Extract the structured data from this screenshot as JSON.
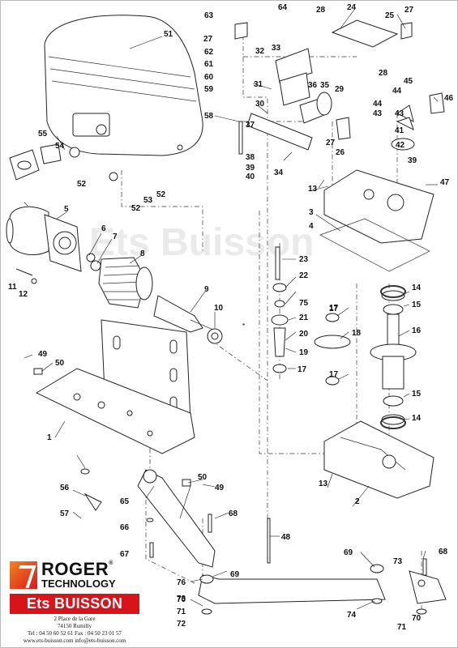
{
  "watermark": "Ets Buisson",
  "part_labels": [
    "1",
    "2",
    "3",
    "4",
    "5",
    "6",
    "7",
    "8",
    "9",
    "10",
    "11",
    "12",
    "13",
    "13",
    "14",
    "14",
    "15",
    "15",
    "16",
    "17",
    "17",
    "17",
    "17",
    "18",
    "19",
    "20",
    "21",
    "22",
    "23",
    "24",
    "25",
    "26",
    "27",
    "27",
    "27",
    "28",
    "28",
    "29",
    "30",
    "31",
    "32",
    "33",
    "34",
    "35",
    "36",
    "37",
    "38",
    "39",
    "39",
    "40",
    "41",
    "42",
    "43",
    "43",
    "44",
    "44",
    "45",
    "46",
    "47",
    "48",
    "49",
    "49",
    "50",
    "50",
    "51",
    "52",
    "52",
    "52",
    "53",
    "54",
    "55",
    "56",
    "57",
    "58",
    "59",
    "60",
    "61",
    "62",
    "63",
    "64",
    "65",
    "66",
    "67",
    "68",
    "68",
    "69",
    "69",
    "70",
    "70",
    "71",
    "71",
    "72",
    "73",
    "73",
    "74",
    "75",
    "76"
  ],
  "brand": {
    "name": "ROGER",
    "subtitle": "TECHNOLOGY",
    "registered": "®"
  },
  "dealer": {
    "name": "Ets BUISSON",
    "street": "2 Place de la Gare",
    "city": "74150 Rumilly",
    "phone_fax": "Tel : 04 50 60 52 61   Fax : 04 50 23 01 57",
    "web_mail": "www.ets-buisson.com   info@ets-buisson.com"
  }
}
